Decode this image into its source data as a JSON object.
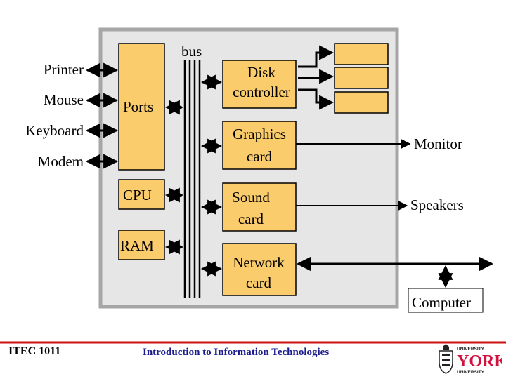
{
  "diagram": {
    "bus_label": "bus",
    "box_labels": {
      "ports": "Ports",
      "cpu": "CPU",
      "ram": "RAM",
      "disk_controller": [
        "Disk",
        "controller"
      ],
      "graphics_card": [
        "Graphics",
        "card"
      ],
      "sound_card": [
        "Sound",
        "card"
      ],
      "network_card": [
        "Network",
        "card"
      ]
    },
    "external_devices": {
      "printer": "Printer",
      "mouse": "Mouse",
      "keyboard": "Keyboard",
      "modem": "Modem",
      "monitor": "Monitor",
      "speakers": "Speakers",
      "computer": "Computer"
    }
  },
  "footer": {
    "course": "ITEC 1011",
    "title": "Introduction to Information Technologies",
    "logo_text": [
      "UNIVERSITY",
      "YORK",
      "UNIVERSITY"
    ]
  },
  "colors": {
    "box_fill": "#fbcc6b",
    "frame_fill": "#e6e6e6",
    "frame_border": "#a6a6a6",
    "footer_rule": "#cc1111",
    "footer_title_color": "#1a1a8c",
    "logo_red": "#d1123f"
  }
}
